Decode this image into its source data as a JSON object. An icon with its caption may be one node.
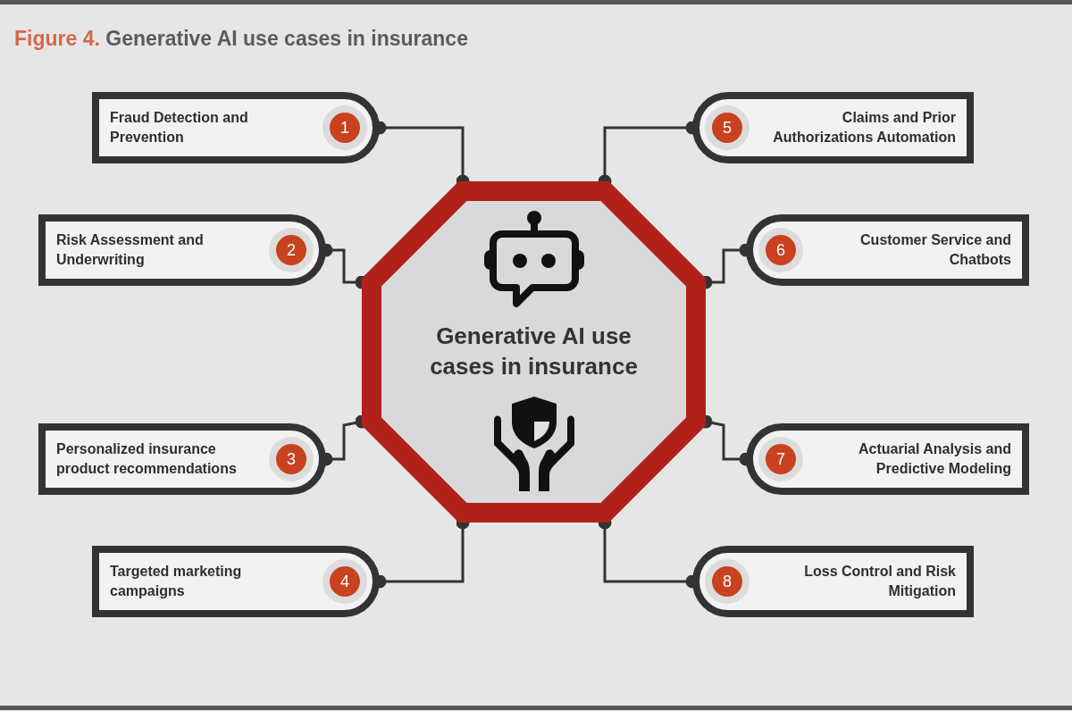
{
  "diagram": {
    "title": "Figure 4. Generative AI use cases in insurance",
    "nodes": [
      {
        "text": [
          "Generative AI use cases in insurance"
        ]
      },
      {
        "text": [
          "Fraud Detection and Prevention",
          "1"
        ]
      },
      {
        "text": [
          "Risk Assessment and Underwriting",
          "2"
        ]
      },
      {
        "text": [
          "Personalized insurance product recommendations",
          "3"
        ]
      },
      {
        "text": [
          "Targeted marketing campaigns",
          "4"
        ]
      },
      {
        "text": [
          "5",
          "Claims and Prior Authorizations Automation"
        ]
      },
      {
        "text": [
          "6",
          "Customer Service and Chatbots"
        ]
      },
      {
        "text": [
          "7",
          "Actuarial Analysis and Predictive Modeling"
        ]
      },
      {
        "text": [
          "8",
          "Loss Control and Risk Mitigation"
        ]
      }
    ],
    "edges": [
      {
        "from": 1,
        "to": 0,
        "arrow": "other"
      },
      {
        "from": 2,
        "to": 0,
        "arrow": "other"
      },
      {
        "from": 3,
        "to": 0,
        "arrow": "other"
      },
      {
        "from": 4,
        "to": 0,
        "arrow": "other"
      },
      {
        "from": 5,
        "to": 0,
        "arrow": "other"
      },
      {
        "from": 6,
        "to": 0,
        "arrow": "other"
      },
      {
        "from": 7,
        "to": 0,
        "arrow": "other"
      },
      {
        "from": 8,
        "to": 0,
        "arrow": "other"
      }
    ]
  }
}
